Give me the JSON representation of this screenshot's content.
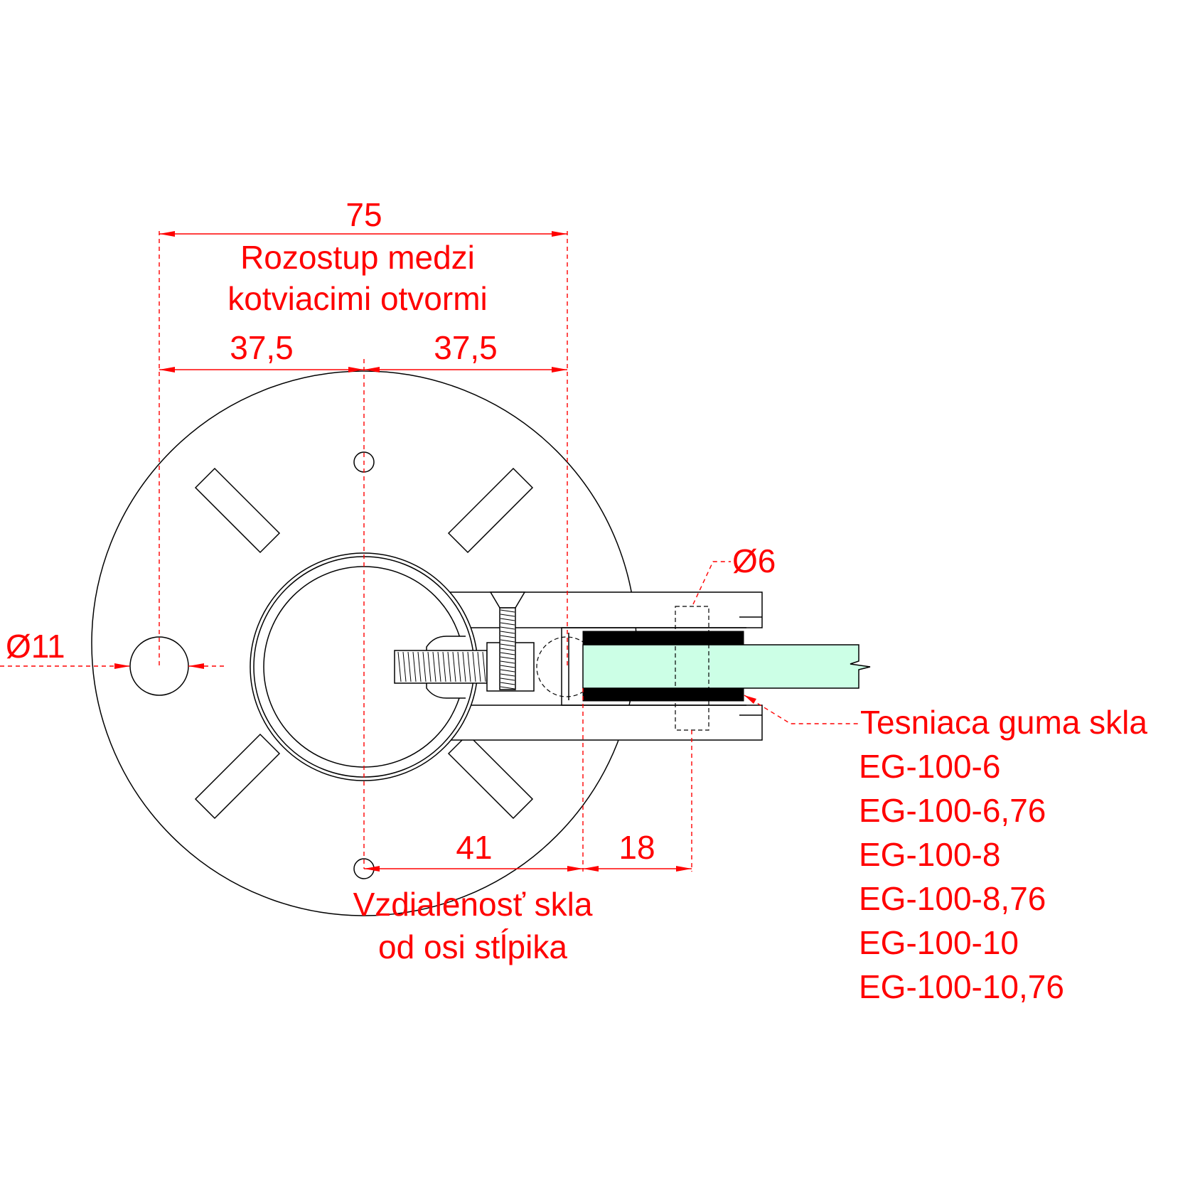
{
  "colors": {
    "dimension": "#ff0000",
    "outline": "#000000",
    "glass": "#ccffe6",
    "gasket": "#000000"
  },
  "dimensions": {
    "total_spacing": "75",
    "spacing_label_line1": "Rozostup medzi",
    "spacing_label_line2": "kotviacimi otvormi",
    "half_left": "37,5",
    "half_right": "37,5",
    "hole_diameter": "Ø11",
    "pin_diameter": "Ø6",
    "glass_distance": "41",
    "clamp_depth": "18",
    "distance_label_line1": "Vzdialenosť skla",
    "distance_label_line2": "od osi stĺpika"
  },
  "gasket_callout": {
    "title": "Tesniaca guma skla",
    "codes": [
      "EG-100-6",
      "EG-100-6,76",
      "EG-100-8",
      "EG-100-8,76",
      "EG-100-10",
      "EG-100-10,76"
    ]
  }
}
